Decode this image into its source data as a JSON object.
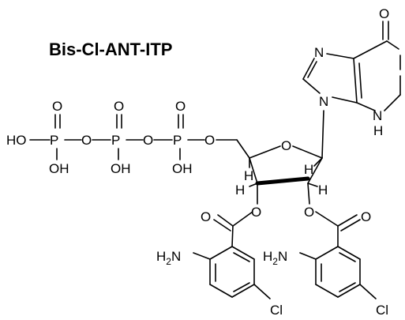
{
  "title": "Bis-Cl-ANT-ITP",
  "atoms": {
    "o": "O",
    "n": "N",
    "nh": "N",
    "h": "H",
    "ho": "HO",
    "p": "P",
    "oh": "OH",
    "h2n": "H",
    "sub2": "2",
    "n_after": "N",
    "cl": "Cl"
  }
}
